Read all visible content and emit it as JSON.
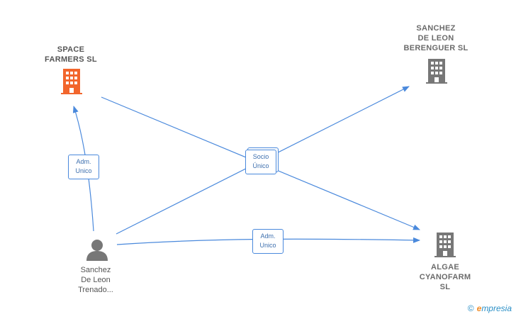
{
  "nodes": {
    "space_farmers": {
      "label": "SPACE\nFARMERS  SL",
      "color": "#f2662d"
    },
    "sanchez_berenguer": {
      "label": "SANCHEZ\nDE LEON\nBERENGUER SL",
      "color": "#777777"
    },
    "algae": {
      "label": "ALGAE\nCYANOFARM\nSL",
      "color": "#777777"
    },
    "person": {
      "label": "Sanchez\nDe Leon\nTrenado...",
      "color": "#777777"
    }
  },
  "edge_labels": {
    "adm_left": "Adm.\nUnico",
    "socio": "Socio\nÚnico",
    "adm_bottom": "Adm.\nUnico"
  },
  "colors": {
    "edge": "#4a89dc"
  },
  "brand": {
    "copyright": "©",
    "e": "e",
    "rest": "mpresia"
  }
}
